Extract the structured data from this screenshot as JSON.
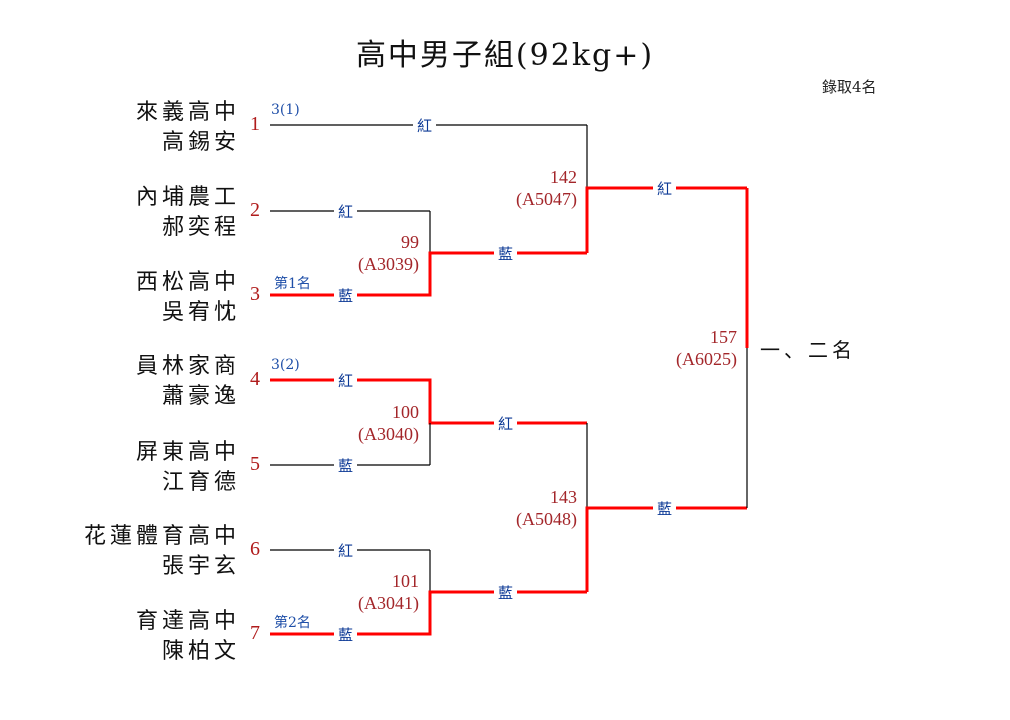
{
  "title": "高中男子組(92kg+)",
  "quota": "錄取4名",
  "colors": {
    "win_line": "#ff0000",
    "line": "#000000",
    "seed": "#b01c1c",
    "corner": "#0d3a96",
    "match": "#a3262a"
  },
  "entries": [
    {
      "seed": "1",
      "school": "來義高中",
      "name": "高錫安",
      "note": "3(1)"
    },
    {
      "seed": "2",
      "school": "內埔農工",
      "name": "郝奕程",
      "note": ""
    },
    {
      "seed": "3",
      "school": "西松高中",
      "name": "吳宥忱",
      "note": "第1名"
    },
    {
      "seed": "4",
      "school": "員林家商",
      "name": "蕭豪逸",
      "note": "3(2)"
    },
    {
      "seed": "5",
      "school": "屏東高中",
      "name": "江育德",
      "note": ""
    },
    {
      "seed": "6",
      "school": "花蓮體育高中",
      "name": "張宇玄",
      "note": ""
    },
    {
      "seed": "7",
      "school": "育達高中",
      "name": "陳柏文",
      "note": "第2名"
    }
  ],
  "matches": [
    {
      "no": "99",
      "code": "(A3039)",
      "top_corner": "紅",
      "bottom_corner": "藍",
      "winner": "bottom"
    },
    {
      "no": "100",
      "code": "(A3040)",
      "top_corner": "紅",
      "bottom_corner": "藍",
      "winner": "top"
    },
    {
      "no": "101",
      "code": "(A3041)",
      "top_corner": "紅",
      "bottom_corner": "藍",
      "winner": "bottom"
    },
    {
      "no": "142",
      "code": "(A5047)",
      "top_corner": "紅",
      "bottom_corner": "藍",
      "winner": "bottom"
    },
    {
      "no": "143",
      "code": "(A5048)",
      "top_corner": "紅",
      "bottom_corner": "藍",
      "winner": "bottom"
    },
    {
      "no": "157",
      "code": "(A6025)",
      "top_corner": "紅",
      "bottom_corner": "藍",
      "winner": "top"
    }
  ],
  "final_result": "一、二名"
}
